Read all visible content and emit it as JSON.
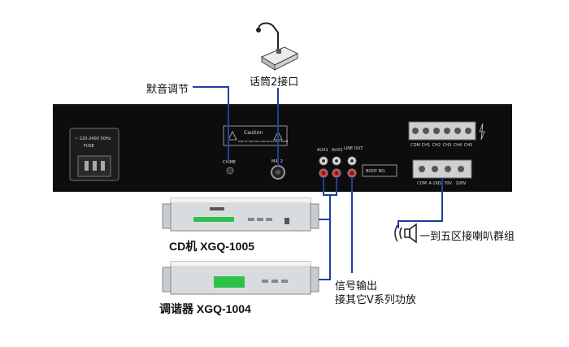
{
  "labels": {
    "mute_control": "默音调节",
    "mic2_port": "话筒2接口",
    "speaker_groups": "一到五区接喇叭群组",
    "signal_out_line1": "信号输出",
    "signal_out_line2": "接其它V系列功放",
    "cd_player": "CD机 XGQ-1005",
    "tuner": "调谐器 XGQ-1004"
  },
  "panel": {
    "power_label_1": "~ 220-240V 50Hz",
    "power_label_2": "FUSE",
    "caution_title": "Caution",
    "caution_sub": "RISK OF ELECTRIC SHOCK DO NOT OPEN",
    "chime": "CHIME",
    "mic2": "MIC 2",
    "aux1": "AUX1",
    "aux2": "AUX2",
    "line_out": "LINE OUT",
    "body_no": "BODY NO.",
    "top_terminals": [
      "COM",
      "CH1",
      "CH2",
      "CH3",
      "CH4",
      "CH5"
    ],
    "bottom_terminals": [
      "COM",
      "4-16Ω",
      "70V",
      "100V"
    ]
  },
  "colors": {
    "wire": "#1f3fa0",
    "panel": "#111111",
    "device": "#d9dcdf",
    "display": "#2ec24a"
  }
}
